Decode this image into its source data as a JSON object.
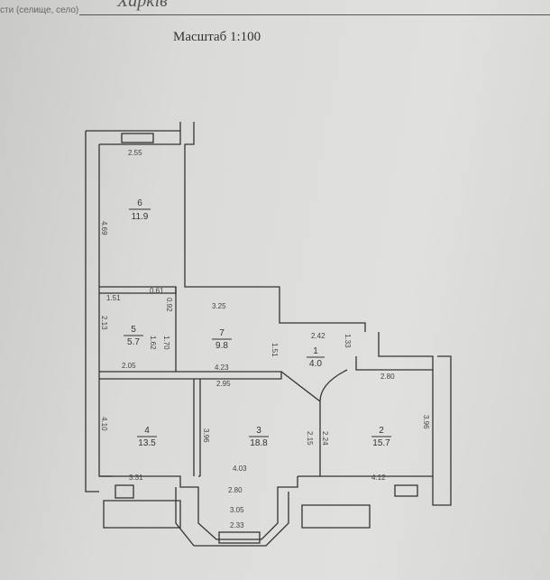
{
  "header": {
    "field_label": "сти (селище, село)",
    "handwritten": "Харків"
  },
  "scale_label": "Масштаб 1:100",
  "rooms": [
    {
      "number": "6",
      "area": "11.9"
    },
    {
      "number": "5",
      "area": "5.7"
    },
    {
      "number": "7",
      "area": "9.8"
    },
    {
      "number": "1",
      "area": "4.0"
    },
    {
      "number": "4",
      "area": "13.5"
    },
    {
      "number": "3",
      "area": "18.8"
    },
    {
      "number": "2",
      "area": "15.7"
    }
  ],
  "dimensions": [
    "2.55",
    "4.69",
    "1.51",
    "0.61",
    "0.92",
    "2.13",
    "1.62",
    "1.70",
    "2.05",
    "3.25",
    "2.42",
    "1.33",
    "4.23",
    "2.95",
    "4.10",
    "3.96",
    "2.15",
    "2.24",
    "3.31",
    "4.03",
    "2.80",
    "3.05",
    "2.33",
    "2.80",
    "4.12",
    "3.96",
    "1.51"
  ]
}
